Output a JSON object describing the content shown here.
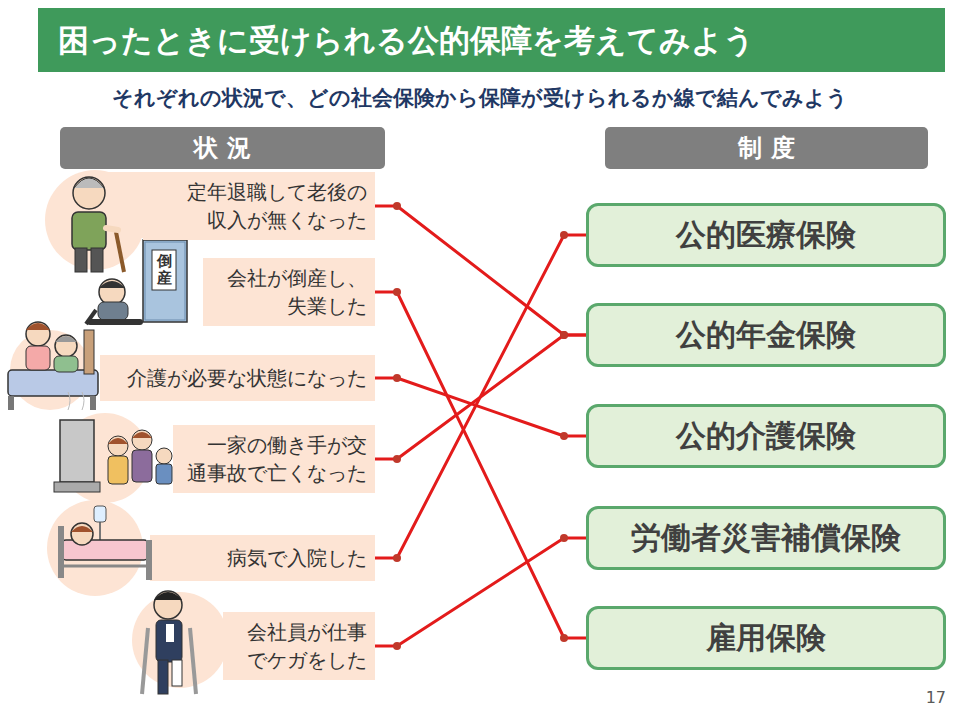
{
  "diagram": {
    "title": "困ったときに受けられる公的保障を考えてみよう",
    "nodes": [
      {
        "text": [
          "状 況"
        ]
      },
      {
        "text": [
          "制 度"
        ]
      },
      {
        "text": [
          "定年退職して老後の 収入が無くなった"
        ]
      },
      {
        "text": [
          "会社が倒産し、 失業した"
        ]
      },
      {
        "text": [
          "介護が必要な状態になった"
        ]
      },
      {
        "text": [
          "一家の働き手が交 通事故で亡くなった"
        ]
      },
      {
        "text": [
          "病気で入院した"
        ]
      },
      {
        "text": [
          "会社員が仕事 でケガをした"
        ]
      },
      {
        "text": [
          "公的医療保険"
        ]
      },
      {
        "text": [
          "公的年金保険"
        ]
      },
      {
        "text": [
          "公的介護保険"
        ]
      },
      {
        "text": [
          "労働者災害補償保険"
        ]
      },
      {
        "text": [
          "雇用保険"
        ]
      }
    ],
    "edges": [
      {
        "from": 2,
        "to": 9,
        "arrow": "none"
      },
      {
        "from": 3,
        "to": 12,
        "arrow": "none"
      },
      {
        "from": 4,
        "to": 10,
        "arrow": "none"
      },
      {
        "from": 5,
        "to": 9,
        "arrow": "none"
      },
      {
        "from": 6,
        "to": 8,
        "arrow": "none"
      },
      {
        "from": 7,
        "to": 11,
        "arrow": "none"
      }
    ],
    "labels": [
      "それぞれの状況で、どの社会保険から保障が受けられるか線で結んでみよう",
      "倒産",
      "17"
    ]
  }
}
